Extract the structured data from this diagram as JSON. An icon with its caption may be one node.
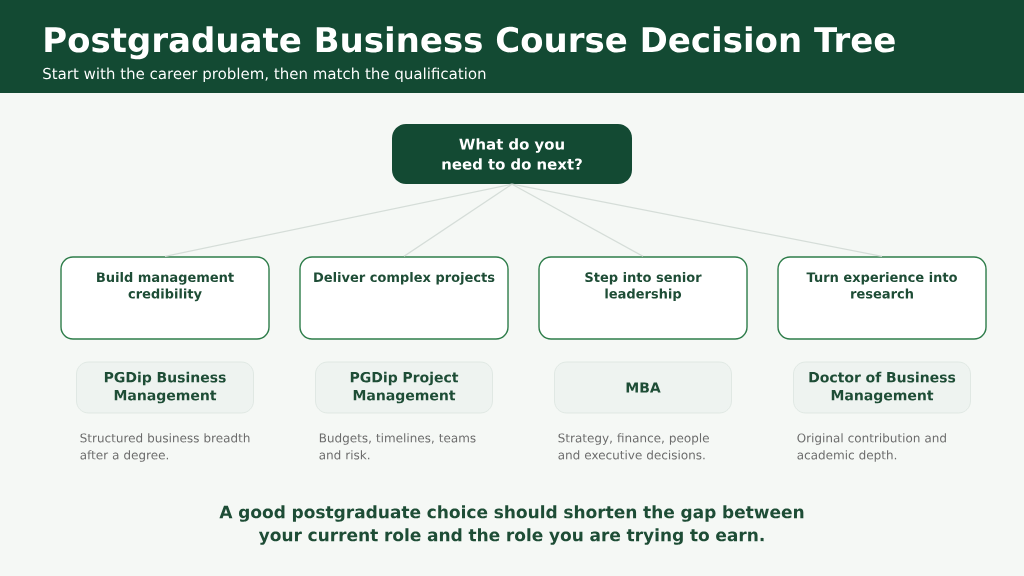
{
  "diagram": {
    "title": "Postgraduate Business Course Decision Tree",
    "caption": "A good postgraduate choice should shorten the gap between your current role and the role you are trying to earn.",
    "nodes": [
      {
        "text": [
          "What do you need to do next?"
        ]
      },
      {
        "text": [
          "Build management credibility"
        ]
      },
      {
        "text": [
          "Deliver complex projects"
        ]
      },
      {
        "text": [
          "Step into senior leadership"
        ]
      },
      {
        "text": [
          "Turn experience into research"
        ]
      },
      {
        "text": [
          "PGDip Business Management"
        ],
        "beside": [
          "Structured business breadth after a degree."
        ]
      },
      {
        "text": [
          "PGDip Project Management"
        ],
        "beside": [
          "Budgets, timelines, teams and risk."
        ]
      },
      {
        "text": [
          "MBA"
        ],
        "beside": [
          "Strategy, finance, people and executive decisions."
        ]
      },
      {
        "text": [
          "Doctor of Business Management"
        ],
        "beside": [
          "Original contribution and academic depth."
        ]
      }
    ],
    "edges": [
      {
        "from": 0,
        "to": 1,
        "arrow": "none"
      },
      {
        "from": 0,
        "to": 2,
        "arrow": "none"
      },
      {
        "from": 0,
        "to": 3,
        "arrow": "none"
      },
      {
        "from": 0,
        "to": 4,
        "arrow": "none"
      }
    ],
    "labels": [
      "Start with the career problem, then match the qualification"
    ]
  }
}
